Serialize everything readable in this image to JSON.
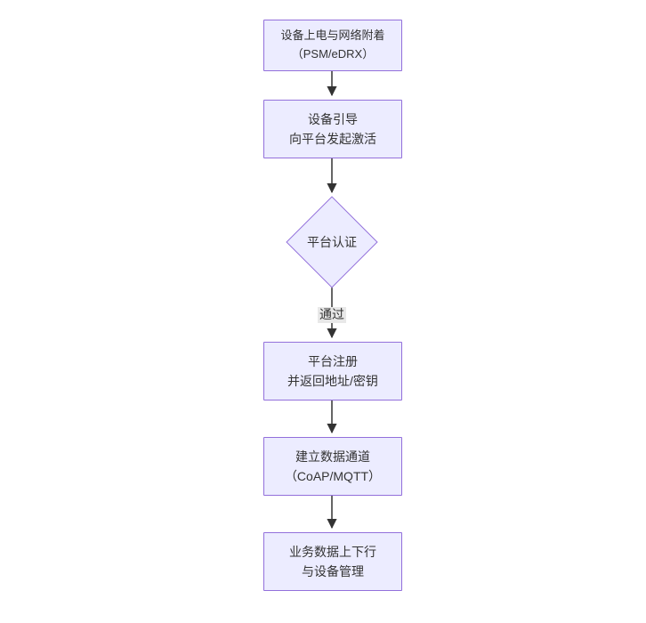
{
  "diagram": {
    "type": "flowchart",
    "direction": "top-down",
    "nodes": [
      {
        "id": "n1",
        "shape": "rect",
        "lines": [
          "设备上电与网络附着",
          "（PSM/eDRX）"
        ]
      },
      {
        "id": "n2",
        "shape": "rect",
        "lines": [
          "设备引导",
          "向平台发起激活"
        ]
      },
      {
        "id": "n3",
        "shape": "diamond",
        "lines": [
          "平台认证"
        ]
      },
      {
        "id": "n4",
        "shape": "rect",
        "lines": [
          "平台注册",
          "并返回地址/密钥"
        ]
      },
      {
        "id": "n5",
        "shape": "rect",
        "lines": [
          "建立数据通道",
          "（CoAP/MQTT）"
        ]
      },
      {
        "id": "n6",
        "shape": "rect",
        "lines": [
          "业务数据上下行",
          "与设备管理"
        ]
      }
    ],
    "edges": [
      {
        "from": "n1",
        "to": "n2",
        "label": ""
      },
      {
        "from": "n2",
        "to": "n3",
        "label": ""
      },
      {
        "from": "n3",
        "to": "n4",
        "label": "通过"
      },
      {
        "from": "n4",
        "to": "n5",
        "label": ""
      },
      {
        "from": "n5",
        "to": "n6",
        "label": ""
      }
    ],
    "colors": {
      "background": "#ffffff",
      "node_fill": "#ECECFF",
      "node_border": "#9370DB",
      "text": "#333333",
      "arrow": "#333333",
      "edge_label_bg": "#e8e8e8"
    }
  }
}
